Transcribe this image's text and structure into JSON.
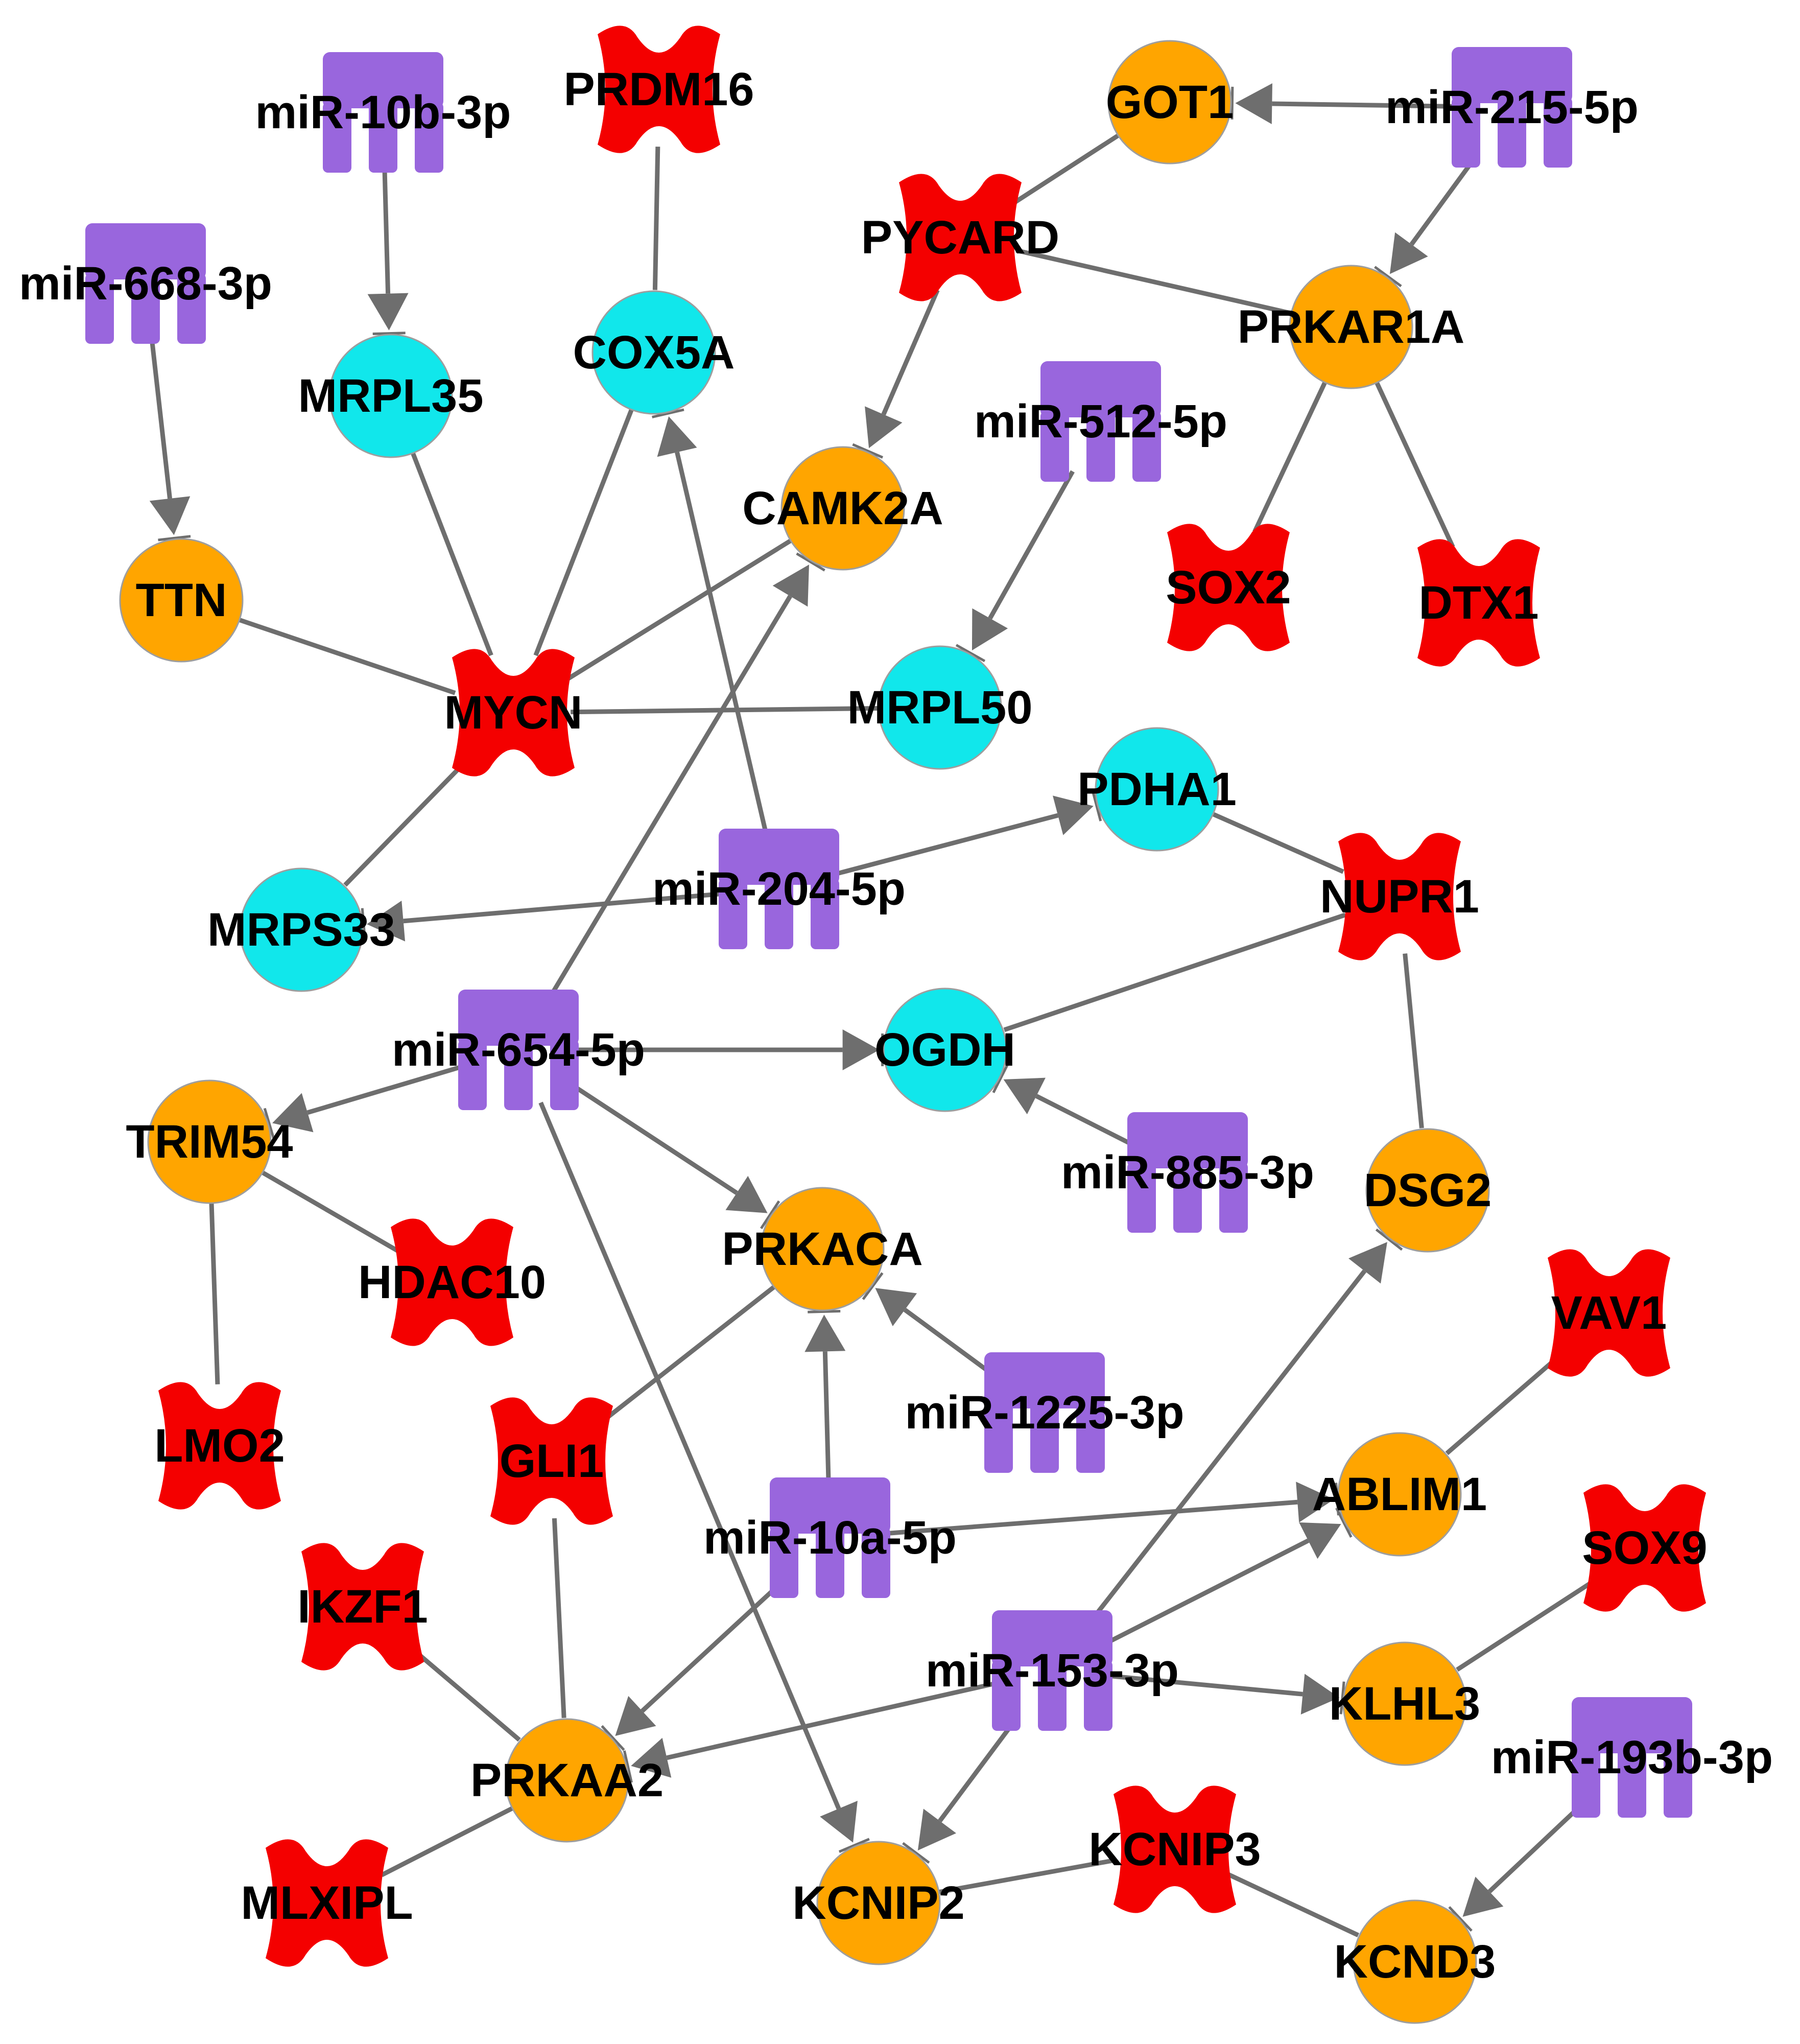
{
  "colors": {
    "mirna": "#9966dd",
    "orange_gene": "#ffa500",
    "cyan_gene": "#11e7eb",
    "red_gene": "#f40000",
    "edge": "#6e6e6e"
  },
  "node_types": {
    "mirna": "miRNA (purple three-legged glyph)",
    "orange": "gene (orange circle)",
    "cyan": "gene (cyan circle)",
    "red": "gene (red bowtie glyph)"
  },
  "nodes": {
    "miR10b3p": {
      "label": "miR-10b-3p",
      "type": "mirna"
    },
    "PRDM16": {
      "label": "PRDM16",
      "type": "red"
    },
    "GOT1": {
      "label": "GOT1",
      "type": "orange"
    },
    "miR2155p": {
      "label": "miR-215-5p",
      "type": "mirna"
    },
    "miR6683p": {
      "label": "miR-668-3p",
      "type": "mirna"
    },
    "PYCARD": {
      "label": "PYCARD",
      "type": "red"
    },
    "MRPL35": {
      "label": "MRPL35",
      "type": "cyan"
    },
    "COX5A": {
      "label": "COX5A",
      "type": "cyan"
    },
    "PRKAR1A": {
      "label": "PRKAR1A",
      "type": "orange"
    },
    "miR5125p": {
      "label": "miR-512-5p",
      "type": "mirna"
    },
    "CAMK2A": {
      "label": "CAMK2A",
      "type": "orange"
    },
    "TTN": {
      "label": "TTN",
      "type": "orange"
    },
    "SOX2": {
      "label": "SOX2",
      "type": "red"
    },
    "DTX1": {
      "label": "DTX1",
      "type": "red"
    },
    "MYCN": {
      "label": "MYCN",
      "type": "red"
    },
    "MRPL50": {
      "label": "MRPL50",
      "type": "cyan"
    },
    "PDHA1": {
      "label": "PDHA1",
      "type": "cyan"
    },
    "miR2045p": {
      "label": "miR-204-5p",
      "type": "mirna"
    },
    "NUPR1": {
      "label": "NUPR1",
      "type": "red"
    },
    "MRPS33": {
      "label": "MRPS33",
      "type": "cyan"
    },
    "miR6545p": {
      "label": "miR-654-5p",
      "type": "mirna"
    },
    "OGDH": {
      "label": "OGDH",
      "type": "cyan"
    },
    "TRIM54": {
      "label": "TRIM54",
      "type": "orange"
    },
    "miR8853p": {
      "label": "miR-885-3p",
      "type": "mirna"
    },
    "DSG2": {
      "label": "DSG2",
      "type": "orange"
    },
    "PRKACA": {
      "label": "PRKACA",
      "type": "orange"
    },
    "HDAC10": {
      "label": "HDAC10",
      "type": "red"
    },
    "VAV1": {
      "label": "VAV1",
      "type": "red"
    },
    "miR12253p": {
      "label": "miR-1225-3p",
      "type": "mirna"
    },
    "LMO2": {
      "label": "LMO2",
      "type": "red"
    },
    "GLI1": {
      "label": "GLI1",
      "type": "red"
    },
    "ABLIM1": {
      "label": "ABLIM1",
      "type": "orange"
    },
    "miR10a5p": {
      "label": "miR-10a-5p",
      "type": "mirna"
    },
    "SOX9": {
      "label": "SOX9",
      "type": "red"
    },
    "IKZF1": {
      "label": "IKZF1",
      "type": "red"
    },
    "miR1533p": {
      "label": "miR-153-3p",
      "type": "mirna"
    },
    "KLHL3": {
      "label": "KLHL3",
      "type": "orange"
    },
    "miR193b3p": {
      "label": "miR-193b-3p",
      "type": "mirna"
    },
    "PRKAA2": {
      "label": "PRKAA2",
      "type": "orange"
    },
    "KCNIP3": {
      "label": "KCNIP3",
      "type": "red"
    },
    "MLXIPL": {
      "label": "MLXIPL",
      "type": "red"
    },
    "KCNIP2": {
      "label": "KCNIP2",
      "type": "orange"
    },
    "KCND3": {
      "label": "KCND3",
      "type": "orange"
    }
  },
  "edges": [
    {
      "source": "miR2155p",
      "target": "GOT1",
      "kind": "arrow"
    },
    {
      "source": "miR2155p",
      "target": "PRKAR1A",
      "kind": "arrow"
    },
    {
      "source": "miR10b3p",
      "target": "MRPL35",
      "kind": "arrow"
    },
    {
      "source": "miR6683p",
      "target": "TTN",
      "kind": "arrow"
    },
    {
      "source": "PYCARD",
      "target": "CAMK2A",
      "kind": "arrow"
    },
    {
      "source": "miR5125p",
      "target": "MRPL50",
      "kind": "arrow"
    },
    {
      "source": "miR2045p",
      "target": "COX5A",
      "kind": "arrow"
    },
    {
      "source": "miR2045p",
      "target": "PDHA1",
      "kind": "arrow"
    },
    {
      "source": "miR2045p",
      "target": "MRPS33",
      "kind": "arrow"
    },
    {
      "source": "miR6545p",
      "target": "CAMK2A",
      "kind": "arrow"
    },
    {
      "source": "miR6545p",
      "target": "OGDH",
      "kind": "arrow"
    },
    {
      "source": "miR6545p",
      "target": "TRIM54",
      "kind": "arrow"
    },
    {
      "source": "miR6545p",
      "target": "PRKACA",
      "kind": "arrow"
    },
    {
      "source": "miR6545p",
      "target": "KCNIP2",
      "kind": "arrow"
    },
    {
      "source": "miR8853p",
      "target": "OGDH",
      "kind": "arrow"
    },
    {
      "source": "miR12253p",
      "target": "PRKACA",
      "kind": "arrow"
    },
    {
      "source": "miR10a5p",
      "target": "PRKACA",
      "kind": "arrow"
    },
    {
      "source": "miR10a5p",
      "target": "ABLIM1",
      "kind": "arrow"
    },
    {
      "source": "miR10a5p",
      "target": "PRKAA2",
      "kind": "arrow"
    },
    {
      "source": "miR1533p",
      "target": "DSG2",
      "kind": "arrow"
    },
    {
      "source": "miR1533p",
      "target": "ABLIM1",
      "kind": "arrow"
    },
    {
      "source": "miR1533p",
      "target": "KLHL3",
      "kind": "arrow"
    },
    {
      "source": "miR1533p",
      "target": "PRKAA2",
      "kind": "arrow"
    },
    {
      "source": "miR1533p",
      "target": "KCNIP2",
      "kind": "arrow"
    },
    {
      "source": "miR193b3p",
      "target": "KCND3",
      "kind": "arrow"
    },
    {
      "source": "PRDM16",
      "target": "COX5A",
      "kind": "line"
    },
    {
      "source": "GOT1",
      "target": "PYCARD",
      "kind": "line"
    },
    {
      "source": "PYCARD",
      "target": "PRKAR1A",
      "kind": "line"
    },
    {
      "source": "PRKAR1A",
      "target": "SOX2",
      "kind": "line"
    },
    {
      "source": "PRKAR1A",
      "target": "DTX1",
      "kind": "line"
    },
    {
      "source": "MRPL35",
      "target": "MYCN",
      "kind": "line"
    },
    {
      "source": "COX5A",
      "target": "MYCN",
      "kind": "line"
    },
    {
      "source": "CAMK2A",
      "target": "MYCN",
      "kind": "line"
    },
    {
      "source": "TTN",
      "target": "MYCN",
      "kind": "line"
    },
    {
      "source": "MYCN",
      "target": "MRPL50",
      "kind": "line"
    },
    {
      "source": "MYCN",
      "target": "MRPS33",
      "kind": "line"
    },
    {
      "source": "PDHA1",
      "target": "NUPR1",
      "kind": "line"
    },
    {
      "source": "NUPR1",
      "target": "OGDH",
      "kind": "line"
    },
    {
      "source": "NUPR1",
      "target": "DSG2",
      "kind": "line"
    },
    {
      "source": "TRIM54",
      "target": "HDAC10",
      "kind": "line"
    },
    {
      "source": "TRIM54",
      "target": "LMO2",
      "kind": "line"
    },
    {
      "source": "PRKACA",
      "target": "GLI1",
      "kind": "line"
    },
    {
      "source": "GLI1",
      "target": "PRKAA2",
      "kind": "line"
    },
    {
      "source": "VAV1",
      "target": "ABLIM1",
      "kind": "line"
    },
    {
      "source": "SOX9",
      "target": "KLHL3",
      "kind": "line"
    },
    {
      "source": "IKZF1",
      "target": "PRKAA2",
      "kind": "line"
    },
    {
      "source": "PRKAA2",
      "target": "MLXIPL",
      "kind": "line"
    },
    {
      "source": "KCNIP2",
      "target": "KCNIP3",
      "kind": "line"
    },
    {
      "source": "KCNIP3",
      "target": "KCND3",
      "kind": "line"
    }
  ]
}
